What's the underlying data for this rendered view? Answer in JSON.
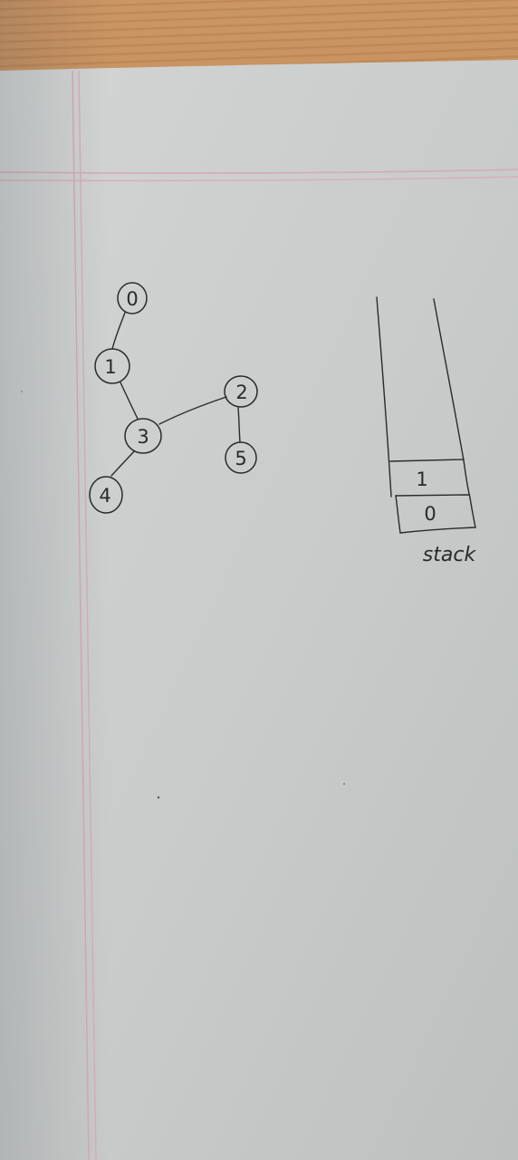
{
  "graph": {
    "nodes": [
      {
        "id": "node-0",
        "label": "0"
      },
      {
        "id": "node-1",
        "label": "1"
      },
      {
        "id": "node-2",
        "label": "2"
      },
      {
        "id": "node-3",
        "label": "3"
      },
      {
        "id": "node-4",
        "label": "4"
      },
      {
        "id": "node-5",
        "label": "5"
      }
    ],
    "edges": [
      {
        "from": "0",
        "to": "1"
      },
      {
        "from": "1",
        "to": "3"
      },
      {
        "from": "3",
        "to": "2"
      },
      {
        "from": "3",
        "to": "4"
      },
      {
        "from": "2",
        "to": "5"
      }
    ]
  },
  "stack": {
    "items_top_to_bottom": [
      "1",
      "0"
    ],
    "caption": "stack"
  },
  "colors": {
    "paper": "#c9cccb",
    "ink": "#2a2a2a",
    "margin_line": "#d7a9b7",
    "table": "#b98150"
  }
}
